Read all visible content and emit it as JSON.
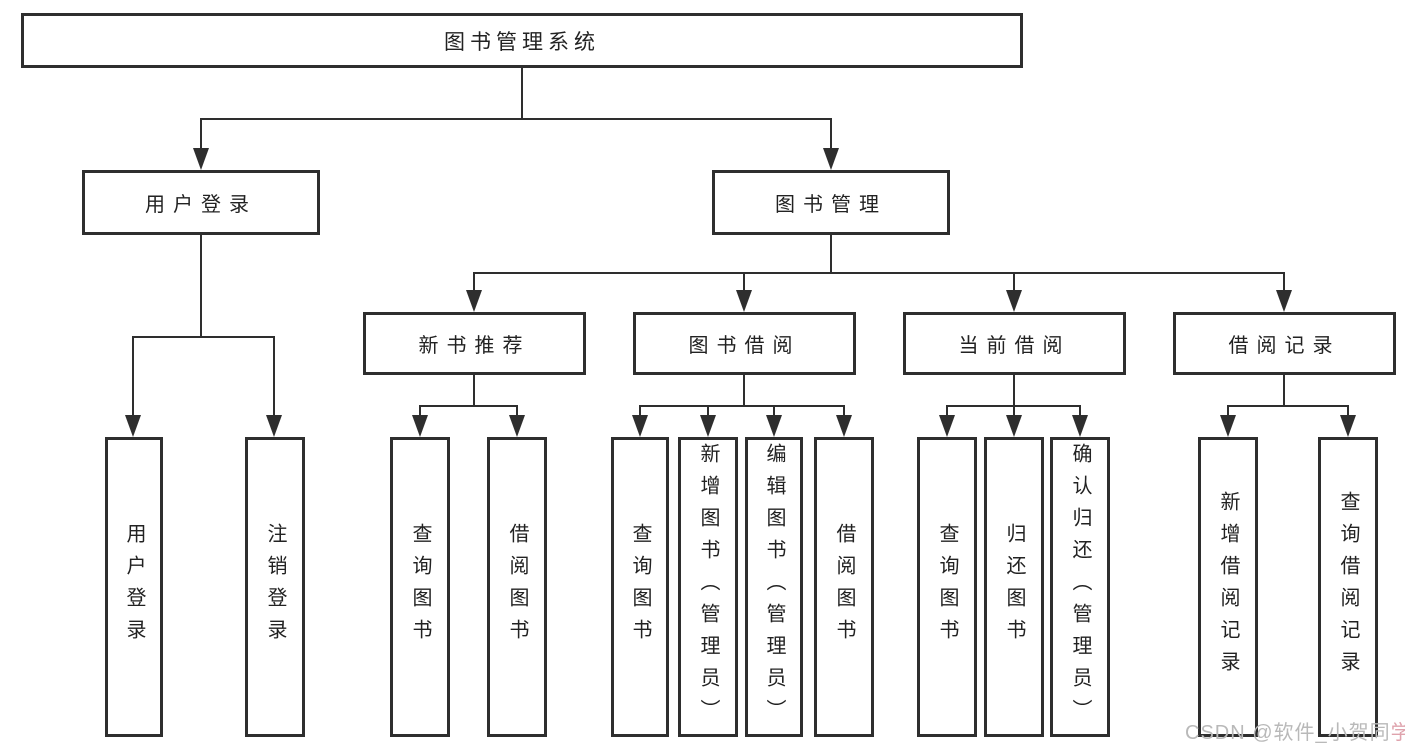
{
  "tree": {
    "root": {
      "label": "图书管理系统"
    },
    "modules": [
      {
        "label": "用户登录",
        "children": [
          {
            "label": "用户登录"
          },
          {
            "label": "注销登录"
          }
        ]
      },
      {
        "label": "图书管理",
        "children": [
          {
            "label": "新书推荐",
            "children": [
              {
                "label": "查询图书"
              },
              {
                "label": "借阅图书"
              }
            ]
          },
          {
            "label": "图书借阅",
            "children": [
              {
                "label": "查询图书"
              },
              {
                "label": "新增图书（管理员）"
              },
              {
                "label": "编辑图书（管理员）"
              },
              {
                "label": "借阅图书"
              }
            ]
          },
          {
            "label": "当前借阅",
            "children": [
              {
                "label": "查询图书"
              },
              {
                "label": "归还图书"
              },
              {
                "label": "确认归还（管理员）"
              }
            ]
          },
          {
            "label": "借阅记录",
            "children": [
              {
                "label": "新增借阅记录"
              },
              {
                "label": "查询借阅记录"
              }
            ]
          }
        ]
      }
    ]
  },
  "watermark": {
    "text": "CSDN @软件_小贺同学",
    "prefix": "CSDN @软件_小贺同",
    "accent": "学"
  },
  "colors": {
    "line": "#2e2e2e",
    "text": "#222222",
    "background": "#ffffff",
    "watermark": "#b9b9b9",
    "watermark_accent": "#dfa3ad"
  }
}
